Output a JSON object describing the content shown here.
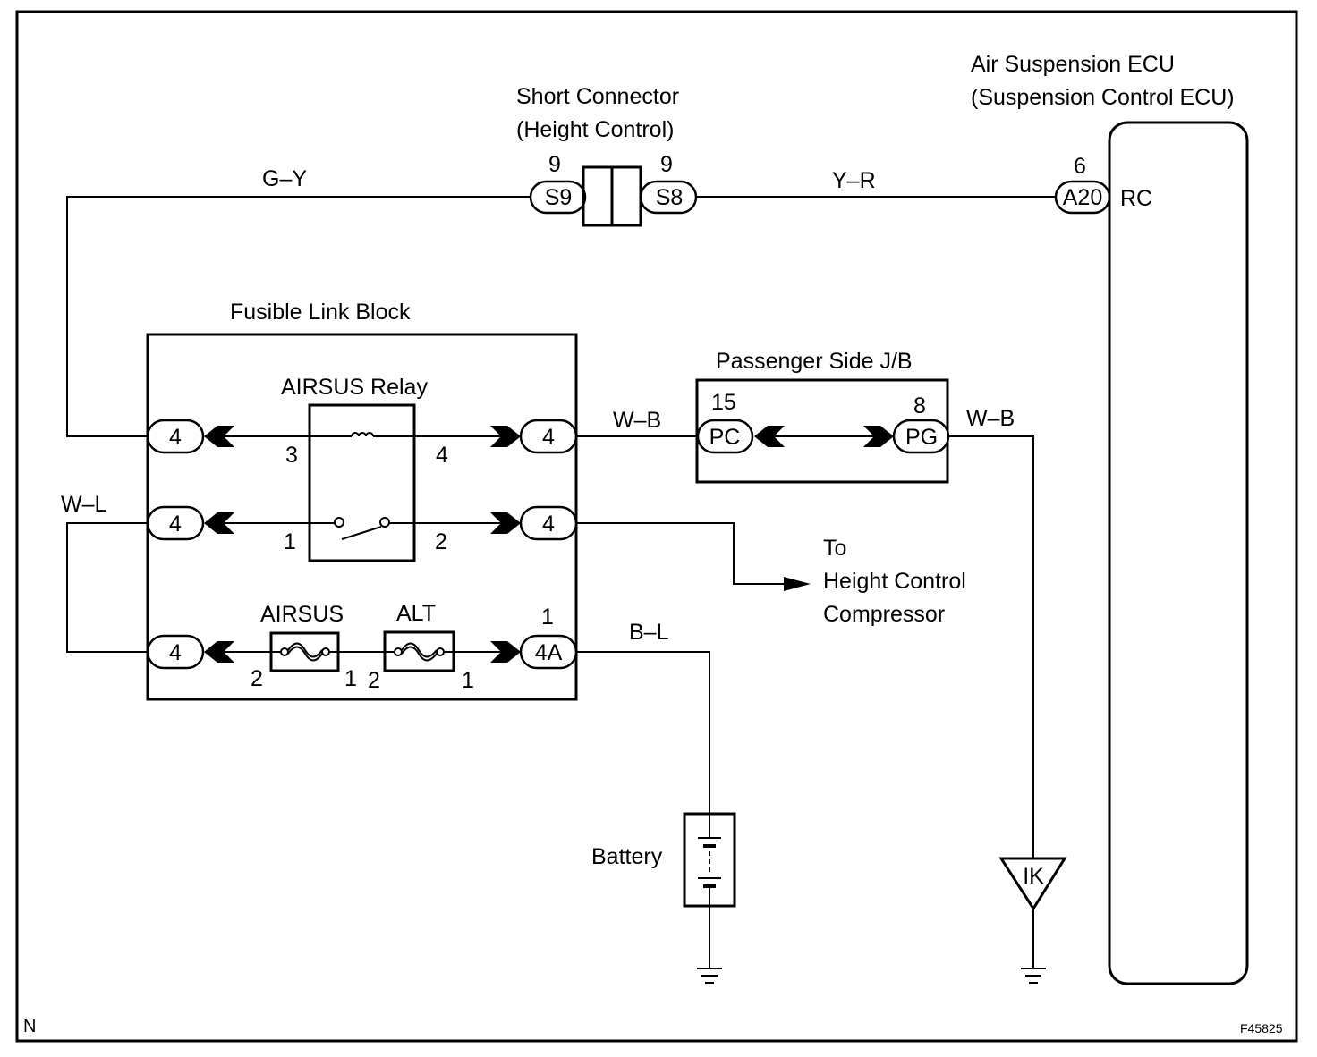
{
  "ecu": {
    "title": "Air Suspension ECU",
    "subtitle": "(Suspension Control ECU)",
    "terminal": "RC",
    "connector": {
      "code": "A20",
      "pin": "6"
    }
  },
  "short_connector": {
    "title": "Short Connector",
    "subtitle": "(Height Control)",
    "left": {
      "code": "S9",
      "pin": "9"
    },
    "right": {
      "code": "S8",
      "pin": "9"
    }
  },
  "fusible_link_block": {
    "title": "Fusible Link Block",
    "relay": {
      "title": "AIRSUS Relay",
      "pin_3": "3",
      "pin_4": "4",
      "pin_1": "1",
      "pin_2": "2"
    },
    "connectors": {
      "row1_left": "4",
      "row1_right": "4",
      "row2_left": "4",
      "row2_right": "4",
      "row3_left": "4",
      "row3_right": "4A",
      "row3_right_pin": "1"
    },
    "fuses": [
      {
        "name": "AIRSUS",
        "pin_left": "2",
        "pin_right": "1"
      },
      {
        "name": "ALT",
        "pin_left": "2",
        "pin_right": "1"
      }
    ]
  },
  "junction_block": {
    "title": "Passenger Side J/B",
    "left": {
      "code": "PC",
      "pin": "15"
    },
    "right": {
      "code": "PG",
      "pin": "8"
    }
  },
  "wires": {
    "g_y": "G–Y",
    "y_r": "Y–R",
    "w_b_1": "W–B",
    "w_b_2": "W–B",
    "w_l": "W–L",
    "b_l": "B–L"
  },
  "compressor": {
    "line1": "To",
    "line2": "Height Control",
    "line3": "Compressor"
  },
  "battery": {
    "label": "Battery"
  },
  "ground": {
    "ik": "IK"
  },
  "footer": {
    "left": "N",
    "right": "F45825"
  }
}
